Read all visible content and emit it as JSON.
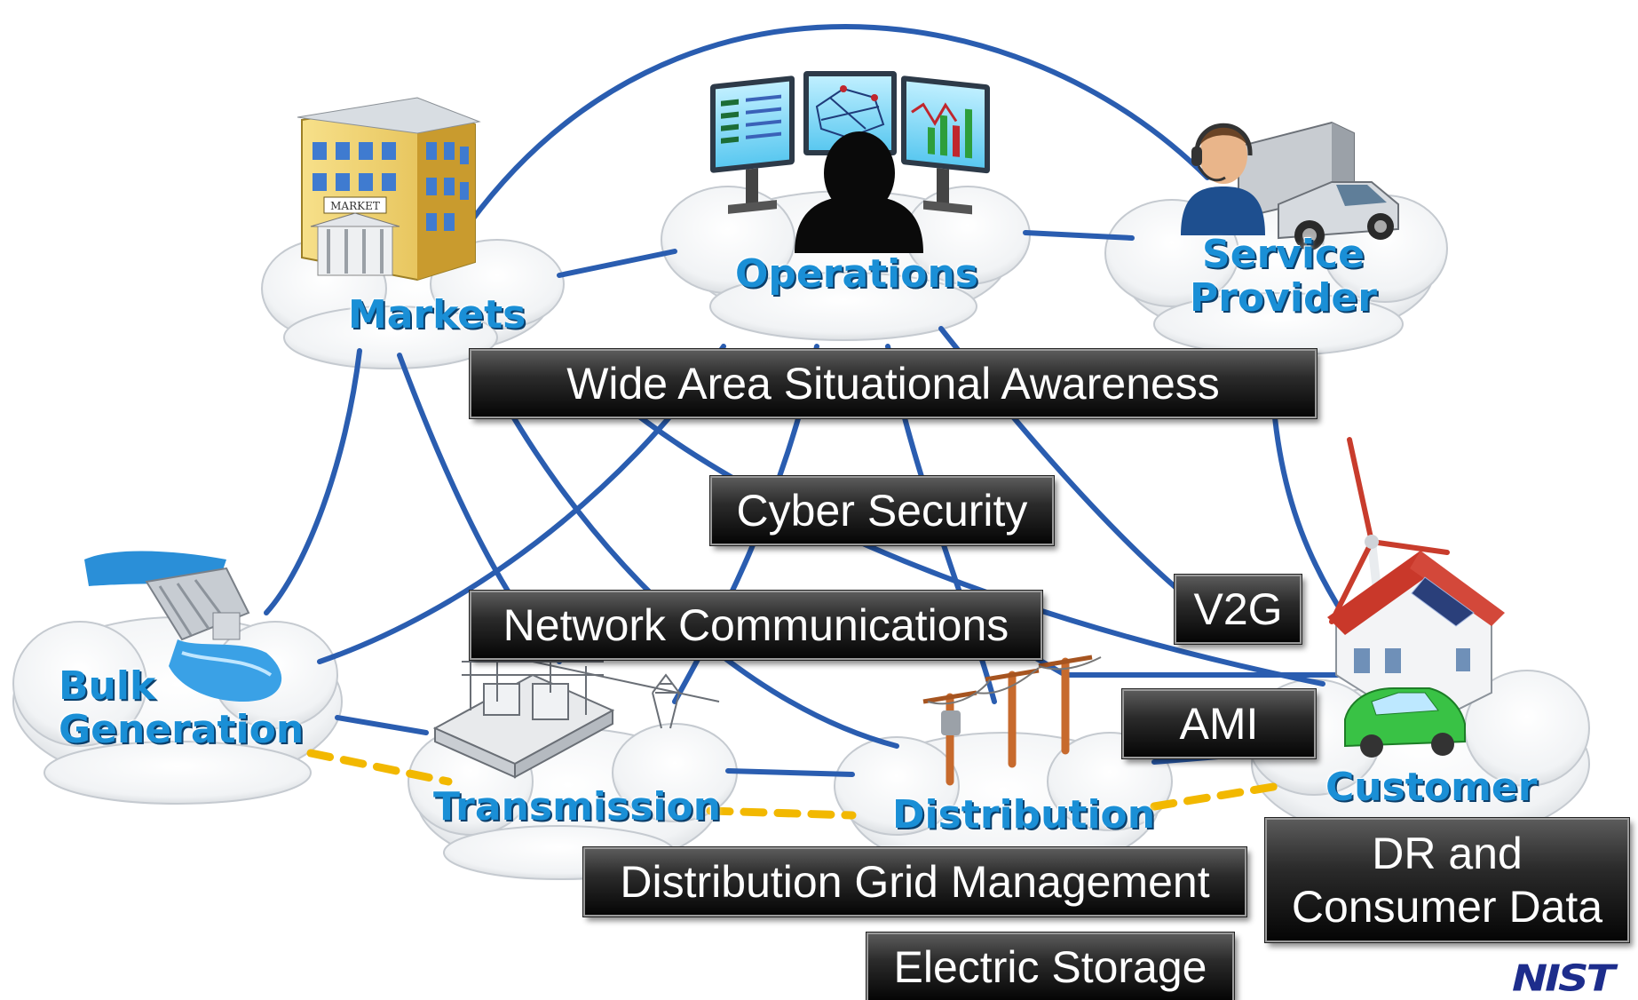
{
  "domains": {
    "markets": "Markets",
    "operations": "Operations",
    "service_provider": [
      "Service",
      "Provider"
    ],
    "bulk_generation": [
      "Bulk",
      "Generation"
    ],
    "transmission": "Transmission",
    "distribution": "Distribution",
    "customer": "Customer"
  },
  "applications": {
    "wide_area_situational_awareness": "Wide Area Situational Awareness",
    "cyber_security": "Cyber Security",
    "network_communications": "Network Communications",
    "v2g": "V2G",
    "ami": "AMI",
    "distribution_grid_management": "Distribution Grid Management",
    "dr_and_consumer_data": [
      "DR and",
      "Consumer Data"
    ],
    "electric_storage": "Electric Storage"
  },
  "logo": "NIST",
  "colors": {
    "communication_link": "#2a5db0",
    "power_flow_link": "#f2b800",
    "domain_label": "#1a8fd6",
    "app_box": "#1a1a1a"
  },
  "icons": [
    "market-building-icon",
    "control-room-icon",
    "service-truck-icon",
    "hydro-dam-icon",
    "substation-icon",
    "power-pole-icon",
    "house-windturbine-car-icon"
  ]
}
